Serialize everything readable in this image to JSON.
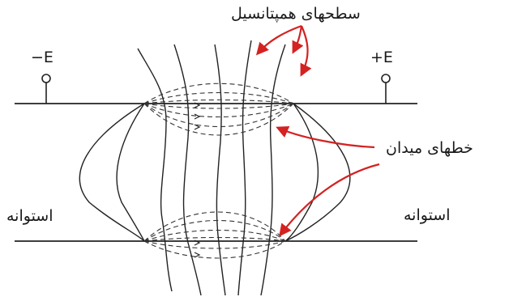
{
  "labels": {
    "equipotential_surfaces": "سطحهای همپتانسیل",
    "field_lines": "خطهای میدان",
    "cylinder_left": "استوانه",
    "cylinder_right": "استوانه",
    "negative_terminal": "−E",
    "positive_terminal": "+E"
  },
  "colors": {
    "line": "#222222",
    "arrow": "#d42222",
    "background": "#ffffff"
  }
}
